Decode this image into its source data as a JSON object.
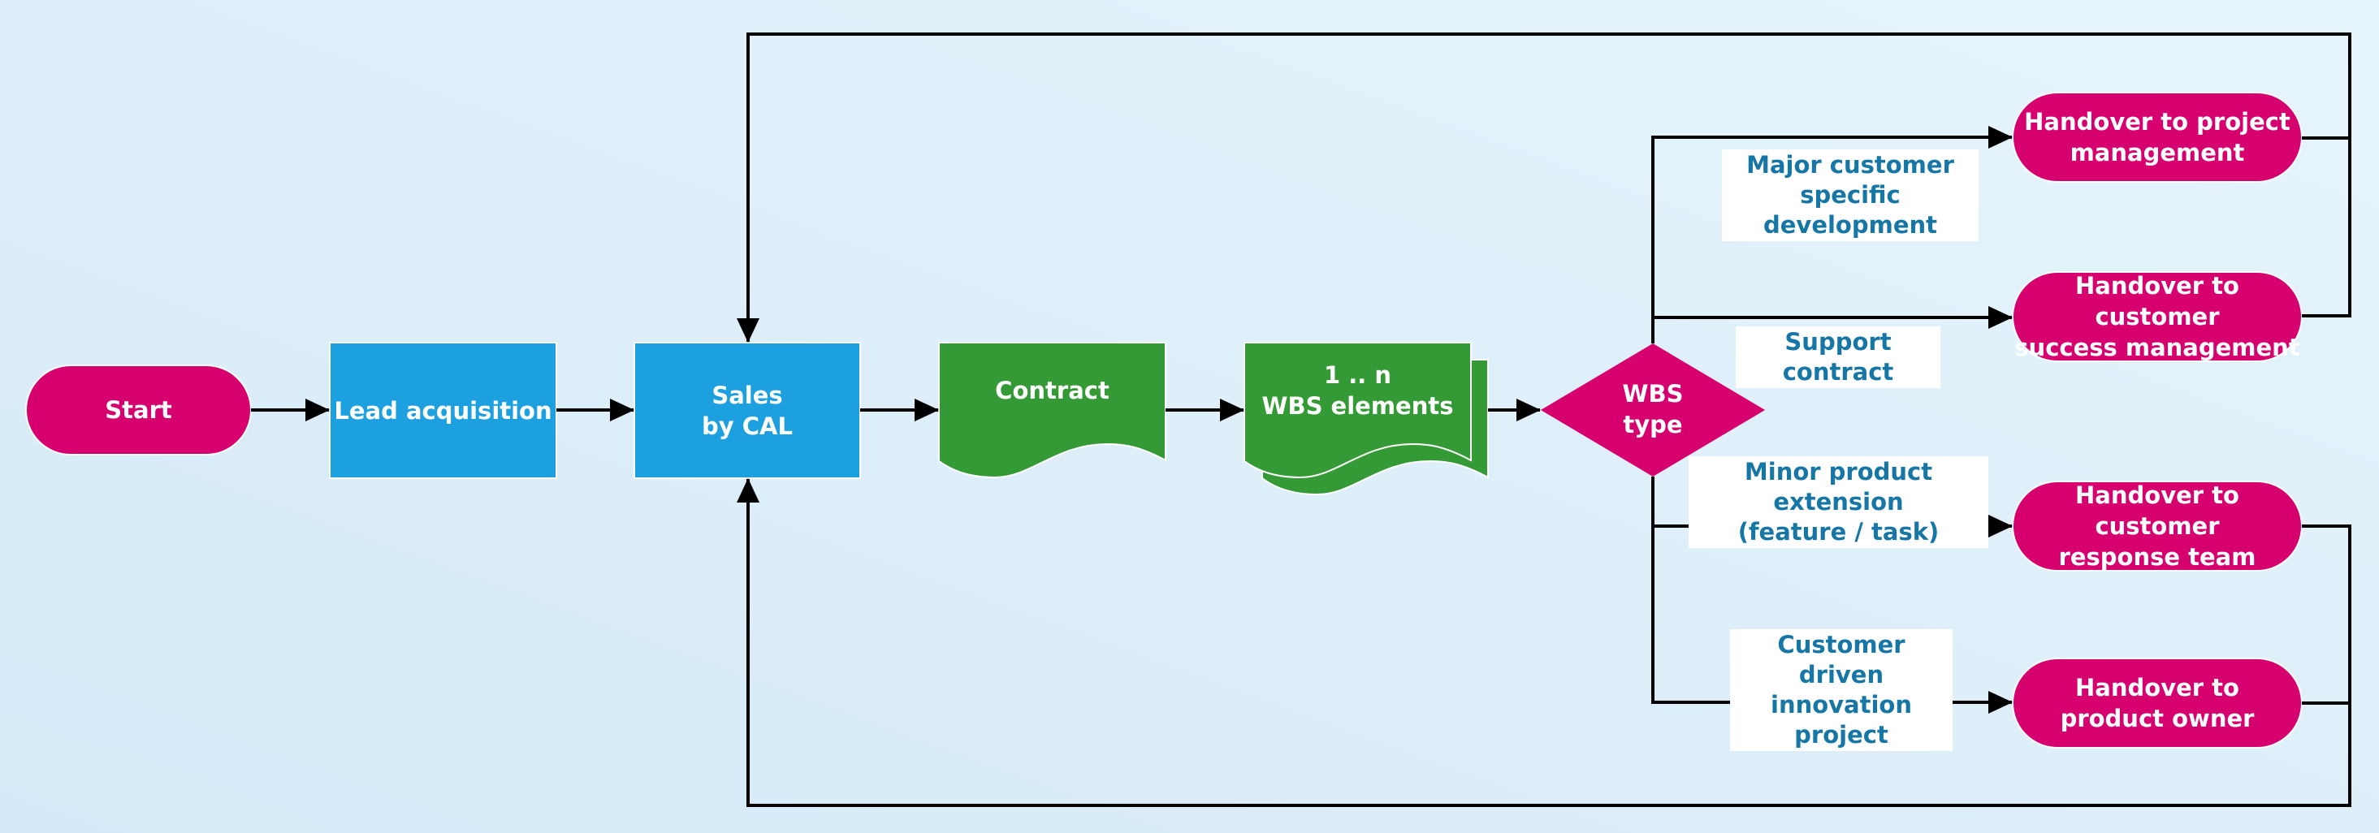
{
  "diagram": {
    "title": "",
    "colors": {
      "terminal": "#d6006f",
      "process": "#1ca0e0",
      "document": "#349a35",
      "decision": "#d6006f",
      "edge": "#000000",
      "label_text": "#1676a6",
      "label_bg": "#ffffff"
    },
    "nodes": {
      "start": {
        "label": "Start",
        "shape": "terminal"
      },
      "lead": {
        "label": "Lead acquisition",
        "shape": "process"
      },
      "sales": {
        "label": "Sales\nby CAL",
        "shape": "process"
      },
      "contract": {
        "label": "Contract",
        "shape": "document"
      },
      "wbs": {
        "label": "1 .. n\nWBS elements",
        "shape": "multi-document"
      },
      "decision": {
        "label": "WBS\ntype",
        "shape": "decision"
      },
      "pm": {
        "label": "Handover to project\nmanagement",
        "shape": "terminal"
      },
      "csm": {
        "label": "Handover to customer\nsuccess management",
        "shape": "terminal"
      },
      "crt": {
        "label": "Handover to customer\nresponse team",
        "shape": "terminal"
      },
      "po": {
        "label": "Handover to\nproduct owner",
        "shape": "terminal"
      }
    },
    "edge_labels": {
      "major": "Major customer\nspecific development",
      "support": "Support contract",
      "minor": "Minor product extension\n(feature / task)",
      "innovation": "Customer driven\ninnovation project"
    },
    "edges": [
      {
        "from": "start",
        "to": "lead"
      },
      {
        "from": "lead",
        "to": "sales"
      },
      {
        "from": "sales",
        "to": "contract"
      },
      {
        "from": "contract",
        "to": "wbs"
      },
      {
        "from": "wbs",
        "to": "decision"
      },
      {
        "from": "decision",
        "to": "pm",
        "label": "major"
      },
      {
        "from": "decision",
        "to": "csm",
        "label": "support"
      },
      {
        "from": "decision",
        "to": "crt",
        "label": "minor"
      },
      {
        "from": "decision",
        "to": "po",
        "label": "innovation"
      },
      {
        "from": "pm",
        "to": "sales",
        "via": "top loop"
      },
      {
        "from": "csm",
        "to": "sales",
        "via": "top loop"
      },
      {
        "from": "crt",
        "to": "sales",
        "via": "bottom loop"
      },
      {
        "from": "po",
        "to": "sales",
        "via": "bottom loop"
      }
    ]
  }
}
